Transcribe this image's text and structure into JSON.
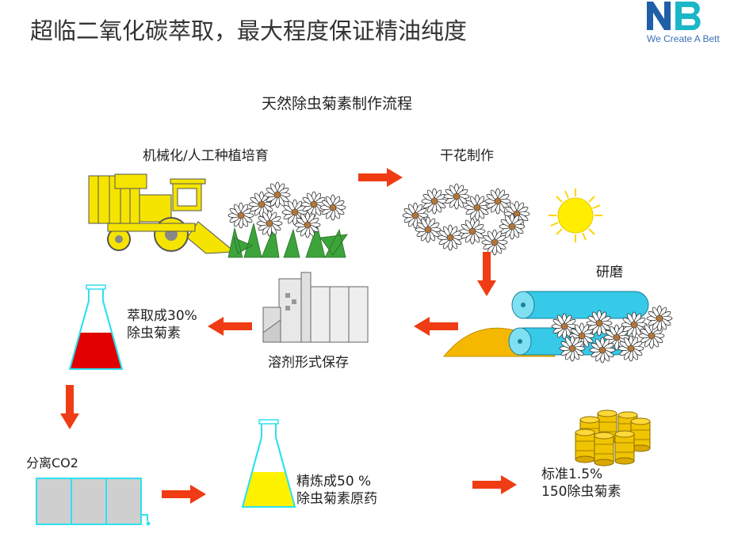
{
  "header": {
    "title": "超临二氧化碳萃取，最大程度保证精油纯度",
    "logo_text": "NB",
    "logo_tagline": "We Create A Bett"
  },
  "diagram": {
    "heading": "天然除虫菊素制作流程",
    "steps": {
      "cultivation": "机械化/人工种植培育",
      "drying": "干花制作",
      "grinding": "研磨",
      "storage": "溶剂形式保存",
      "extract_line1": "萃取成30%",
      "extract_line2": "除虫菊素",
      "separation": "分离CO2",
      "refine_line1": "精炼成50 %",
      "refine_line2": "除虫菊素原药",
      "standard_line1": "标准1.5%",
      "standard_line2": "150除虫菊素"
    }
  },
  "colors": {
    "arrow": "#f03c14",
    "tractor": "#f5e400",
    "flask_red": "#e00000",
    "flask_yellow": "#fff200",
    "flask_outline": "#2ee0f0",
    "roller": "#36c9e8",
    "powder": "#f5b800",
    "sun": "#ffee00",
    "barrel": "#f0c400",
    "logo_blue": "#1f5fa8",
    "logo_teal": "#1bb6c8"
  }
}
